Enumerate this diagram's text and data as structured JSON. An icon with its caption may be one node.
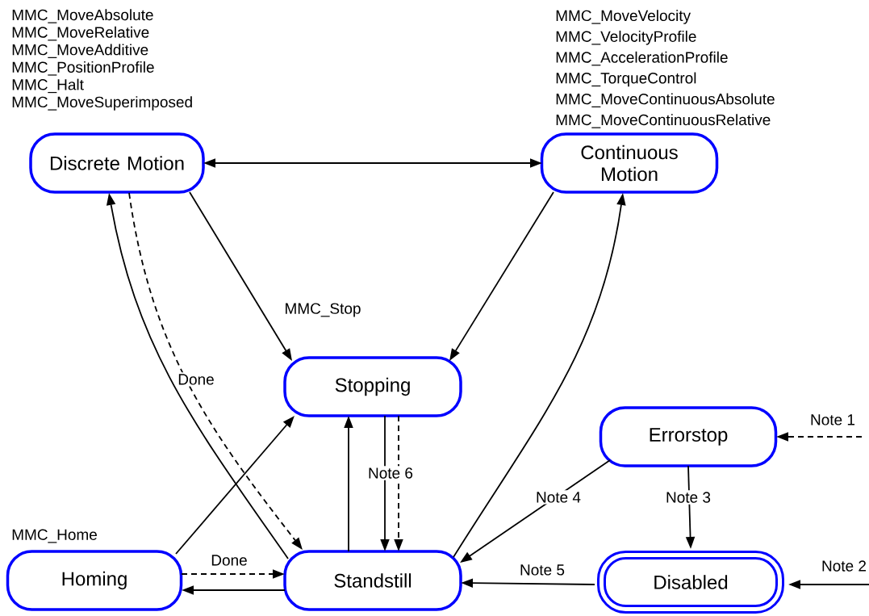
{
  "diagram": {
    "nodes": [
      {
        "text": [
          "Discrete Motion"
        ],
        "beside": [
          "MMC_MoveAbsolute",
          "MMC_MoveRelative",
          "MMC_MoveAdditive",
          "MMC_PositionProfile",
          "MMC_Halt",
          "MMC_MoveSuperimposed"
        ]
      },
      {
        "text": [
          "Continuous Motion"
        ],
        "beside": [
          "MMC_MoveVelocity",
          "MMC_VelocityProfile",
          "MMC_AccelerationProfile",
          "MMC_TorqueControl",
          "MMC_MoveContinuousAbsolute",
          "MMC_MoveContinuousRelative"
        ]
      },
      {
        "text": [
          "Stopping"
        ]
      },
      {
        "text": [
          "Errorstop"
        ]
      },
      {
        "text": [
          "Homing"
        ],
        "beside": [
          "MMC_Home"
        ]
      },
      {
        "text": [
          "Standstill"
        ]
      },
      {
        "text": [
          "Disabled"
        ]
      }
    ],
    "edges": [
      {
        "from": 0,
        "to": 1,
        "arrow": "both"
      },
      {
        "from": 0,
        "to": 2,
        "arrow": "to",
        "label": "MMC_Stop"
      },
      {
        "from": 1,
        "to": 2,
        "arrow": "to"
      },
      {
        "from": 5,
        "to": 0,
        "arrow": "to"
      },
      {
        "from": 0,
        "to": 5,
        "arrow": "to",
        "label": "Done",
        "style": "dashed"
      },
      {
        "from": 5,
        "to": 1,
        "arrow": "to"
      },
      {
        "from": 4,
        "to": 2,
        "arrow": "to"
      },
      {
        "from": 4,
        "to": 5,
        "arrow": "to",
        "label": "Done",
        "style": "dashed"
      },
      {
        "from": 5,
        "to": 4,
        "arrow": "to"
      },
      {
        "from": 5,
        "to": 2,
        "arrow": "to"
      },
      {
        "from": 2,
        "to": 5,
        "arrow": "to",
        "label": "Note 6"
      },
      {
        "from": 2,
        "to": 5,
        "arrow": "to",
        "style": "dashed"
      },
      {
        "from": 3,
        "to": 5,
        "arrow": "to",
        "label": "Note 4"
      },
      {
        "from": 3,
        "to": 6,
        "arrow": "to",
        "label": "Note 3"
      },
      {
        "from": 6,
        "to": 5,
        "arrow": "to",
        "label": "Note 5"
      },
      {
        "from": null,
        "to": 3,
        "arrow": "to",
        "label": "Note 1",
        "style": "dashed"
      },
      {
        "from": null,
        "to": 6,
        "arrow": "to",
        "label": "Note 2"
      }
    ]
  }
}
